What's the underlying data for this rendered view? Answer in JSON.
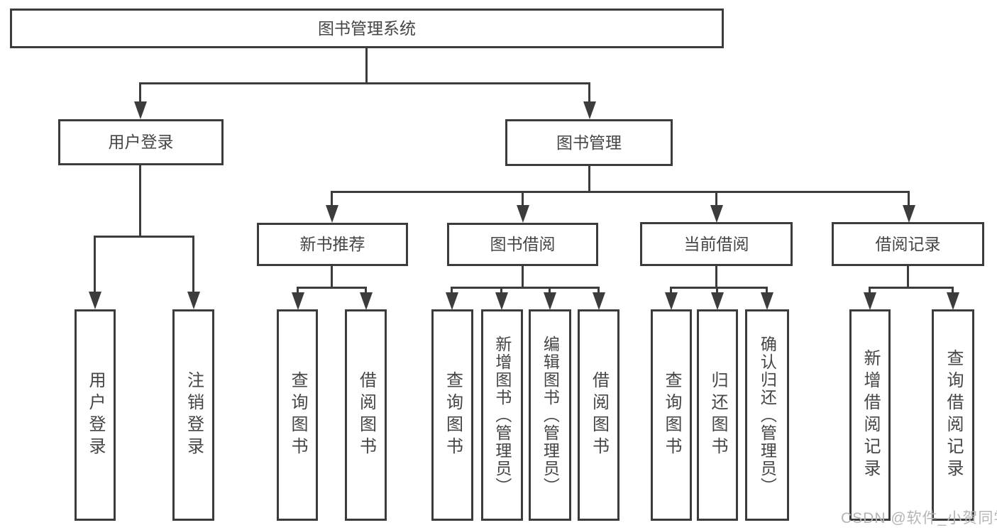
{
  "title": "图书管理系统",
  "nodes": {
    "root": "图书管理系统",
    "user_login": "用户登录",
    "book_mgmt": "图书管理",
    "new_book_rec": "新书推荐",
    "book_borrow": "图书借阅",
    "current_borrow": "当前借阅",
    "borrow_records": "借阅记录",
    "leaf_user_login": "用户登录",
    "leaf_logout": "注销登录",
    "nb_query_books": "查询图书",
    "nb_borrow_books": "借阅图书",
    "bb_query_books": "查询图书",
    "bb_add_books": "新增图书（管理员）",
    "bb_edit_books": "编辑图书（管理员）",
    "bb_borrow_books": "借阅图书",
    "cb_query_books": "查询图书",
    "cb_return_books": "归还图书",
    "cb_confirm_return": "确认归还（管理员）",
    "br_add_record": "新增借阅记录",
    "br_query_record": "查询借阅记录"
  },
  "hierarchy": {
    "图书管理系统": {
      "用户登录": [
        "用户登录",
        "注销登录"
      ],
      "图书管理": {
        "新书推荐": [
          "查询图书",
          "借阅图书"
        ],
        "图书借阅": [
          "查询图书",
          "新增图书（管理员）",
          "编辑图书（管理员）",
          "借阅图书"
        ],
        "当前借阅": [
          "查询图书",
          "归还图书",
          "确认归还（管理员）"
        ],
        "借阅记录": [
          "新增借阅记录",
          "查询借阅记录"
        ]
      }
    }
  },
  "watermark": {
    "text": "CSDN @软件_小贺同学"
  },
  "colors": {
    "line": "#3c3c3c",
    "text": "#454545",
    "background": "#ffffff",
    "watermark": "#b5b5b5"
  }
}
